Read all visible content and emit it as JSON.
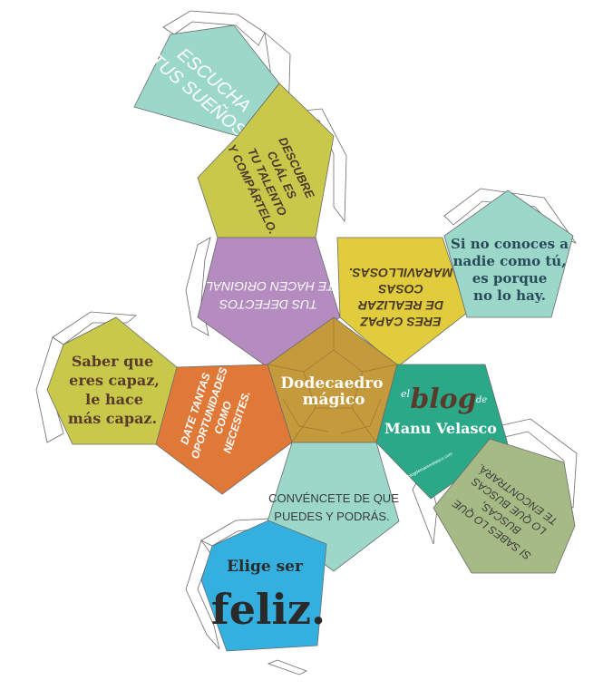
{
  "faces": {
    "escucha": {
      "line1": "ESCUCHA",
      "line2": "TUS SUEÑOS.",
      "color": "#9cd8c9"
    },
    "descubre": {
      "line1": "DESCUBRE",
      "line2": "CUÁL ES",
      "line3": "TU TALENTO",
      "line4": "Y COMPÁRTELO.",
      "color": "#c8c84a"
    },
    "defectos": {
      "line1": "TUS DEFECTOS",
      "line2": "TE HACEN ORIGINAL.",
      "color": "#b48cc0"
    },
    "eres": {
      "line1": "ERES CAPAZ",
      "line2": "DE REALIZAR",
      "line3": "COSAS",
      "line4": "MARAVILLOSAS.",
      "color": "#e0cc3c"
    },
    "noconoces": {
      "line1": "Si no conoces a",
      "line2": "nadie como tú,",
      "line3": "es porque",
      "line4": "no lo hay.",
      "color": "#9cd8c9"
    },
    "center": {
      "line1": "Dodecaedro",
      "line2": "mágico",
      "color": "#c49a3c"
    },
    "blog": {
      "el": "el",
      "blog": "blog",
      "de": "de",
      "name": "Manu Velasco",
      "url": "www.elblogdemanuvelasco.com",
      "color": "#2aa888"
    },
    "saber": {
      "line1": "Saber que",
      "line2": "eres capaz,",
      "line3": "le hace",
      "line4": "más capaz.",
      "color": "#c8c84a"
    },
    "date": {
      "line1": "DATE TANTAS",
      "line2": "OPORTUNIDADES",
      "line3": "COMO",
      "line4": "NECESITES.",
      "color": "#e07838"
    },
    "sisabes": {
      "line1": "SI SABES LO QUE",
      "line2": "BUSCAS,",
      "line3": "LO QUE BUSCAS",
      "line4": "TE ENCONTRARÁ.",
      "color": "#a6ba86"
    },
    "convencete": {
      "line1": "CONVÉNCETE DE QUE",
      "line2": "PUEDES Y PODRÁS.",
      "color": "#9cd8c9"
    },
    "elige": {
      "line1": "Elige ser",
      "line2": "feliz.",
      "color": "#34b0e0"
    }
  },
  "colors": {
    "outline": "#6b6b6b",
    "dark_text": "#5a3a2a",
    "white_text": "#ffffff"
  }
}
